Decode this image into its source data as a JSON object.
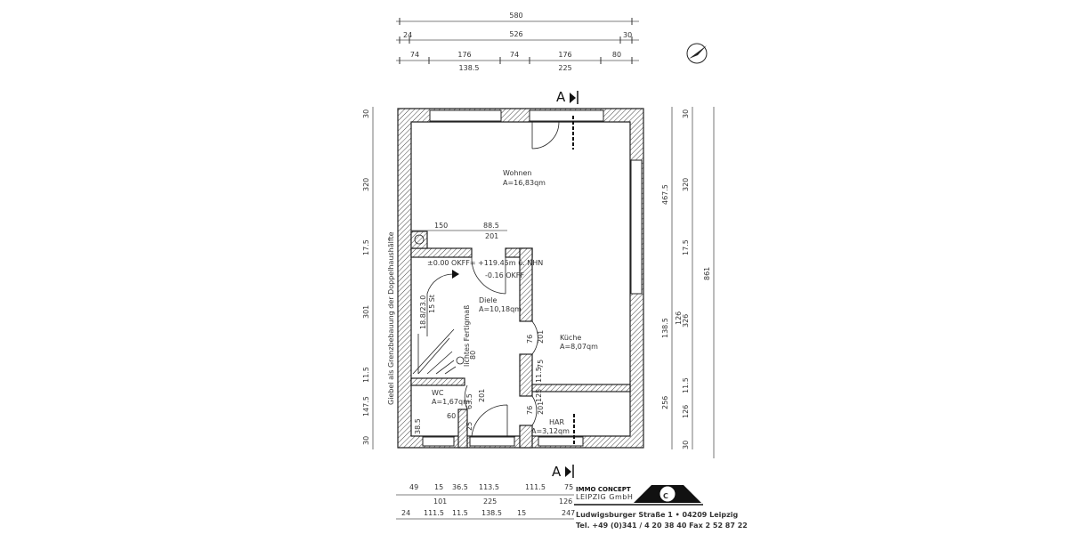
{
  "plan": {
    "side_label": "Giebel als Grenzbebauung der Doppelhaushälfte",
    "section_marker": "A",
    "top_dims": {
      "row1": [
        "580"
      ],
      "row2": [
        "24",
        "526",
        "30"
      ],
      "row3": [
        "74",
        "176",
        "74",
        "176",
        "80"
      ],
      "row3_sub": [
        "138.5",
        "225"
      ]
    },
    "left_dims": [
      "30",
      "320",
      "17.5",
      "301",
      "11.5",
      "147.5",
      "30"
    ],
    "right_dims": {
      "col1": [
        "467.5",
        "138.5",
        "256"
      ],
      "col2": [
        "30",
        "320",
        "17.5",
        "126",
        "326",
        "11.5",
        "126",
        "30"
      ],
      "overall": "861"
    },
    "bottom_dims": {
      "row1": [
        "49",
        "15",
        "36.5",
        "113.5",
        "111.5",
        "75"
      ],
      "row1_sub": [
        "101",
        "225",
        "126"
      ],
      "row2": [
        "24",
        "111.5",
        "11.5",
        "138.5",
        "15",
        "247"
      ]
    },
    "rooms": [
      {
        "name": "Wohnen",
        "area": "A=16,83qm"
      },
      {
        "name": "Diele",
        "area": "A=10,18qm"
      },
      {
        "name": "Küche",
        "area": "A=8,07qm"
      },
      {
        "name": "WC",
        "area": "A=1,67qm"
      },
      {
        "name": "HAR",
        "area": "A=3,12qm"
      }
    ],
    "annotations": {
      "level": "±0.00 OKFF= +119.45m ü. NHN",
      "level2": "-0.16 OKFF",
      "d150": "150",
      "d88": "88.5",
      "d201a": "201",
      "stair": "18.8/23.0",
      "stair_steps": "15 St",
      "clear": "lichtes Fertigmaß",
      "clear_val": "80",
      "d635": "63.5",
      "d201b": "201",
      "d60": "60",
      "d385": "38.5",
      "d25": "25",
      "d76a": "76",
      "d201c": "201",
      "d115": "11.5",
      "d75": "75",
      "d76b": "76",
      "d201d": "201",
      "d125": "125"
    }
  },
  "logo": {
    "company": "IMMO CONCEPT",
    "company_sub": "LEIPZIG GmbH",
    "address": "Ludwigsburger Straße 1 • 04209 Leipzig",
    "contact": "Tel. +49 (0)341 / 4 20 38 40   Fax 2 52 87 22"
  }
}
